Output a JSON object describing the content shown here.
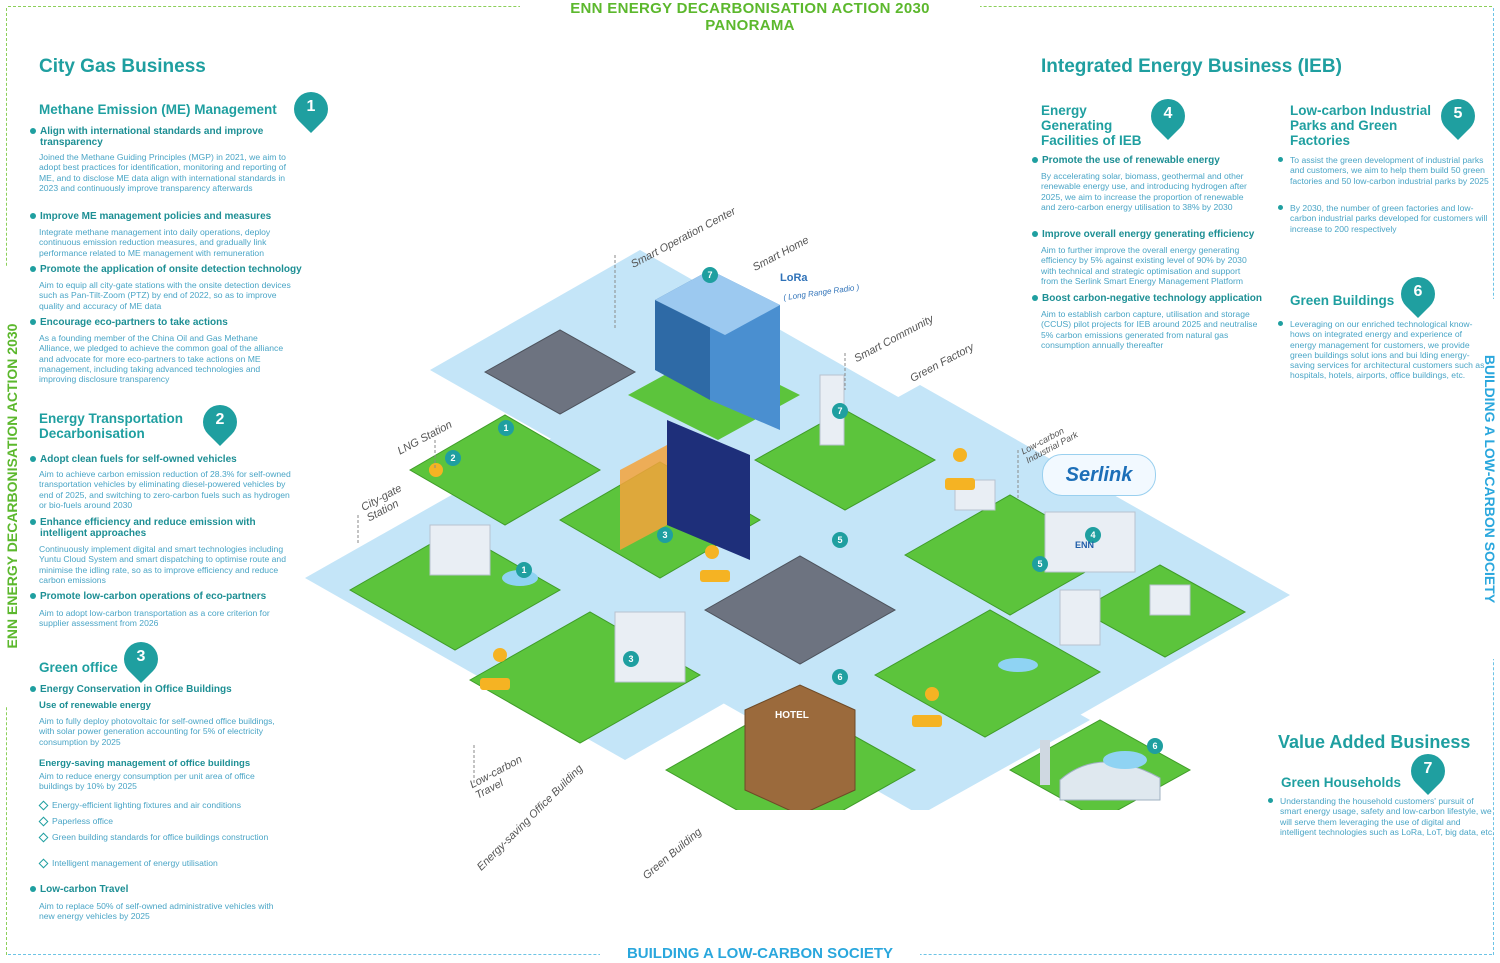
{
  "header": {
    "title_line1": "ENN ENERGY DECARBONISATION ACTION 2030",
    "title_line2": "PANORAMA",
    "bottom_title": "BUILDING A LOW-CARBON SOCIETY",
    "left_vertical": "ENN ENERGY DECARBONISATION ACTION 2030",
    "right_vertical": "BUILDING A LOW-CARBON SOCIETY"
  },
  "city_gas": {
    "title": "City Gas Business",
    "me": {
      "title": "Methane Emission (ME) Management",
      "pin": "1",
      "items": [
        {
          "head": "Align with international standards and improve transparency",
          "body": "Joined the Methane Guiding Principles (MGP) in 2021, we aim to adopt best practices for identification, monitoring and reporting of ME, and to disclose ME data align with international standards in 2023 and continuously improve transparency afterwards"
        },
        {
          "head": "Improve ME management policies and measures",
          "body": "Integrate methane management into daily operations, deploy continuous emission reduction measures, and gradually link performance related to ME management with remuneration"
        },
        {
          "head": "Promote the application of onsite detection technology",
          "body": "Aim to equip all city-gate stations with the onsite detection devices such as Pan-Tilt-Zoom (PTZ) by end of 2022, so as to improve quality and accuracy of ME data"
        },
        {
          "head": "Encourage eco-partners to take actions",
          "body": "As a founding member of the China Oil and Gas Methane Alliance, we pledged to achieve the common goal of the alliance and advocate for more eco-partners to take actions on ME management, including taking advanced technologies and improving disclosure transparency"
        }
      ]
    },
    "transport": {
      "title": "Energy Transportation Decarbonisation",
      "pin": "2",
      "items": [
        {
          "head": "Adopt clean fuels for self-owned vehicles",
          "body": "Aim to achieve carbon emission reduction of 28.3% for self-owned transportation vehicles by eliminating diesel-powered vehicles by end of 2025, and switching to zero-carbon fuels such as hydrogen or bio-fuels around 2030"
        },
        {
          "head": "Enhance efficiency and reduce emission with intelligent approaches",
          "body": "Continuously implement digital and smart technologies including Yuntu Cloud System and smart dispatching to optimise route and minimise the idling rate, so as to improve efficiency and reduce carbon emissions"
        },
        {
          "head": "Promote low-carbon operations of eco-partners",
          "body": "Aim to adopt low-carbon transportation as a core criterion for supplier assessment from 2026"
        }
      ]
    },
    "office": {
      "title": "Green office",
      "pin": "3",
      "head": "Energy Conservation in Office Buildings",
      "sub1": "Use of renewable energy",
      "sub1_body": "Aim to fully deploy photovoltaic for self-owned office buildings, with solar power generation accounting for 5% of electricity consumption by 2025",
      "sub2": "Energy-saving management of office buildings",
      "sub2_body": "Aim to reduce energy consumption per unit area of office buildings by 10% by 2025",
      "list": [
        "Energy-efficient lighting fixtures and air conditions",
        "Paperless office",
        "Green building standards for office buildings construction",
        "Intelligent management of energy utilisation"
      ],
      "travel_head": "Low-carbon Travel",
      "travel_body": "Aim to replace 50% of self-owned administrative vehicles with new energy vehicles by 2025"
    }
  },
  "ieb": {
    "title": "Integrated Energy Business (IEB)",
    "facilities": {
      "title": "Energy Generating Facilities of IEB",
      "pin": "4",
      "items": [
        {
          "head": "Promote the use of renewable energy",
          "body": "By accelerating solar, biomass, geothermal and other renewable energy use, and introducing hydrogen after 2025, we aim to increase the proportion of renewable and zero-carbon energy utilisation to 38% by 2030"
        },
        {
          "head": "Improve overall energy generating efficiency",
          "body": "Aim to further improve the overall energy generating efficiency by 5% against existing level of 90% by 2030 with technical and strategic optimisation and support from the Serlink Smart Energy Management Platform"
        },
        {
          "head": "Boost carbon-negative technology application",
          "body": "Aim to establish carbon capture, utilisation and storage (CCUS) pilot projects for IEB around 2025 and neutralise 5% carbon emissions generated from natural gas consumption annually thereafter"
        }
      ]
    },
    "parks": {
      "title": "Low-carbon Industrial Parks and Green Factories",
      "pin": "5",
      "items": [
        "To assist the green development of industrial parks and customers, we aim to help them build 50 green factories and 50 low-carbon industrial parks by 2025",
        "By 2030, the number of green factories and low-carbon industrial parks developed for customers will increase to 200 respectively"
      ]
    },
    "buildings": {
      "title": "Green Buildings",
      "pin": "6",
      "body": "Leveraging on our enriched technological know-hows on integrated energy and experience of energy management for customers, we provide green buildings solut ions and bui lding energy-saving services for architectural customers such as hospitals, hotels, airports, office buildings, etc."
    }
  },
  "value_added": {
    "title": "Value Added Business",
    "households": {
      "title": "Green Households",
      "pin": "7",
      "body": "Understanding the household customers' pursuit of smart energy usage, safety and low-carbon lifestyle, we will serve them leveraging the use of digital and intelligent technologies such as LoRa, LoT, big data, etc."
    }
  },
  "map": {
    "labels": {
      "smart_operation": "Smart Operation Center",
      "smart_home": "Smart Home",
      "smart_community": "Smart Community",
      "green_factory": "Green Factory",
      "lng": "LNG Station",
      "city_gate": "City-gate Station",
      "low_carbon_park": "Low-carbon Industrial Park",
      "low_carbon_travel": "Low-carbon Travel",
      "energy_saving_office": "Energy-saving Office Building",
      "green_building": "Green Building"
    },
    "lora": "LoRa",
    "lora_sub": "( Long Range Radio )",
    "serlink": "Serlink",
    "hotel_sign": "HOTEL",
    "enn_sign": "ENN",
    "markers": [
      "1",
      "2",
      "1",
      "3",
      "7",
      "7",
      "5",
      "5",
      "4",
      "3",
      "6",
      "6"
    ],
    "colors": {
      "grass": "#5cc43c",
      "road": "#bfe2f7",
      "water": "#9fd6f4",
      "accent": "#1f9fa0",
      "pin_yellow": "#f5b323"
    }
  }
}
